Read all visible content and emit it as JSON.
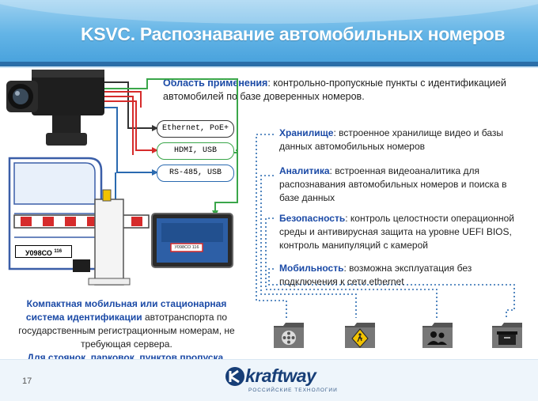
{
  "slide": {
    "title": "KSVC. Распознавание автомобильных номеров",
    "page_number": "17"
  },
  "application": {
    "label": "Область применения",
    "text": ": контрольно-пропускные пункты с идентификацией автомобилей по базе доверенных номеров."
  },
  "interfaces": [
    {
      "label": "Ethernet, PoE+",
      "color": "#333333"
    },
    {
      "label": "HDMI, USB",
      "color": "#3aa64a"
    },
    {
      "label": "RS-485, USB",
      "color": "#2a6ab0"
    }
  ],
  "features": [
    {
      "label": "Хранилище",
      "text": ": встроенное хранилище видео и базы данных автомобильных номеров"
    },
    {
      "label": "Аналитика",
      "text": ": встроенная видеоаналитика для распознавания автомобильных номеров и поиска в базе данных"
    },
    {
      "label": "Безопасность",
      "text": ": контроль целостности операционной среды и антивирусная защита на уровне UEFI BIOS, контроль манипуляций с камерой"
    },
    {
      "label": "Мобильность",
      "text": ": возможна эксплуатация без подключения к сети ethernet"
    }
  ],
  "plate": {
    "number": "У098СО",
    "region": "116",
    "screen_text": "У098СО 116"
  },
  "caption": {
    "lead": "Компактная мобильная или стационарная система идентификации",
    "body": " автотранспорта по государственным регистрационным номерам, не требующая сервера.",
    "tail": "Для стоянок, парковок, пунктов пропуска."
  },
  "folder_icons": [
    "film-folder-icon",
    "caution-folder-icon",
    "users-folder-icon",
    "archive-folder-icon"
  ],
  "brand": {
    "name": "kraftway",
    "tagline": "РОССИЙСКИЕ ТЕХНОЛОГИИ"
  },
  "colors": {
    "header": "#4aa3dd",
    "accent_blue": "#1b4aa6",
    "wire_red": "#d62b2b",
    "wire_green": "#3aa64a",
    "wire_blue": "#2a6ab0"
  }
}
